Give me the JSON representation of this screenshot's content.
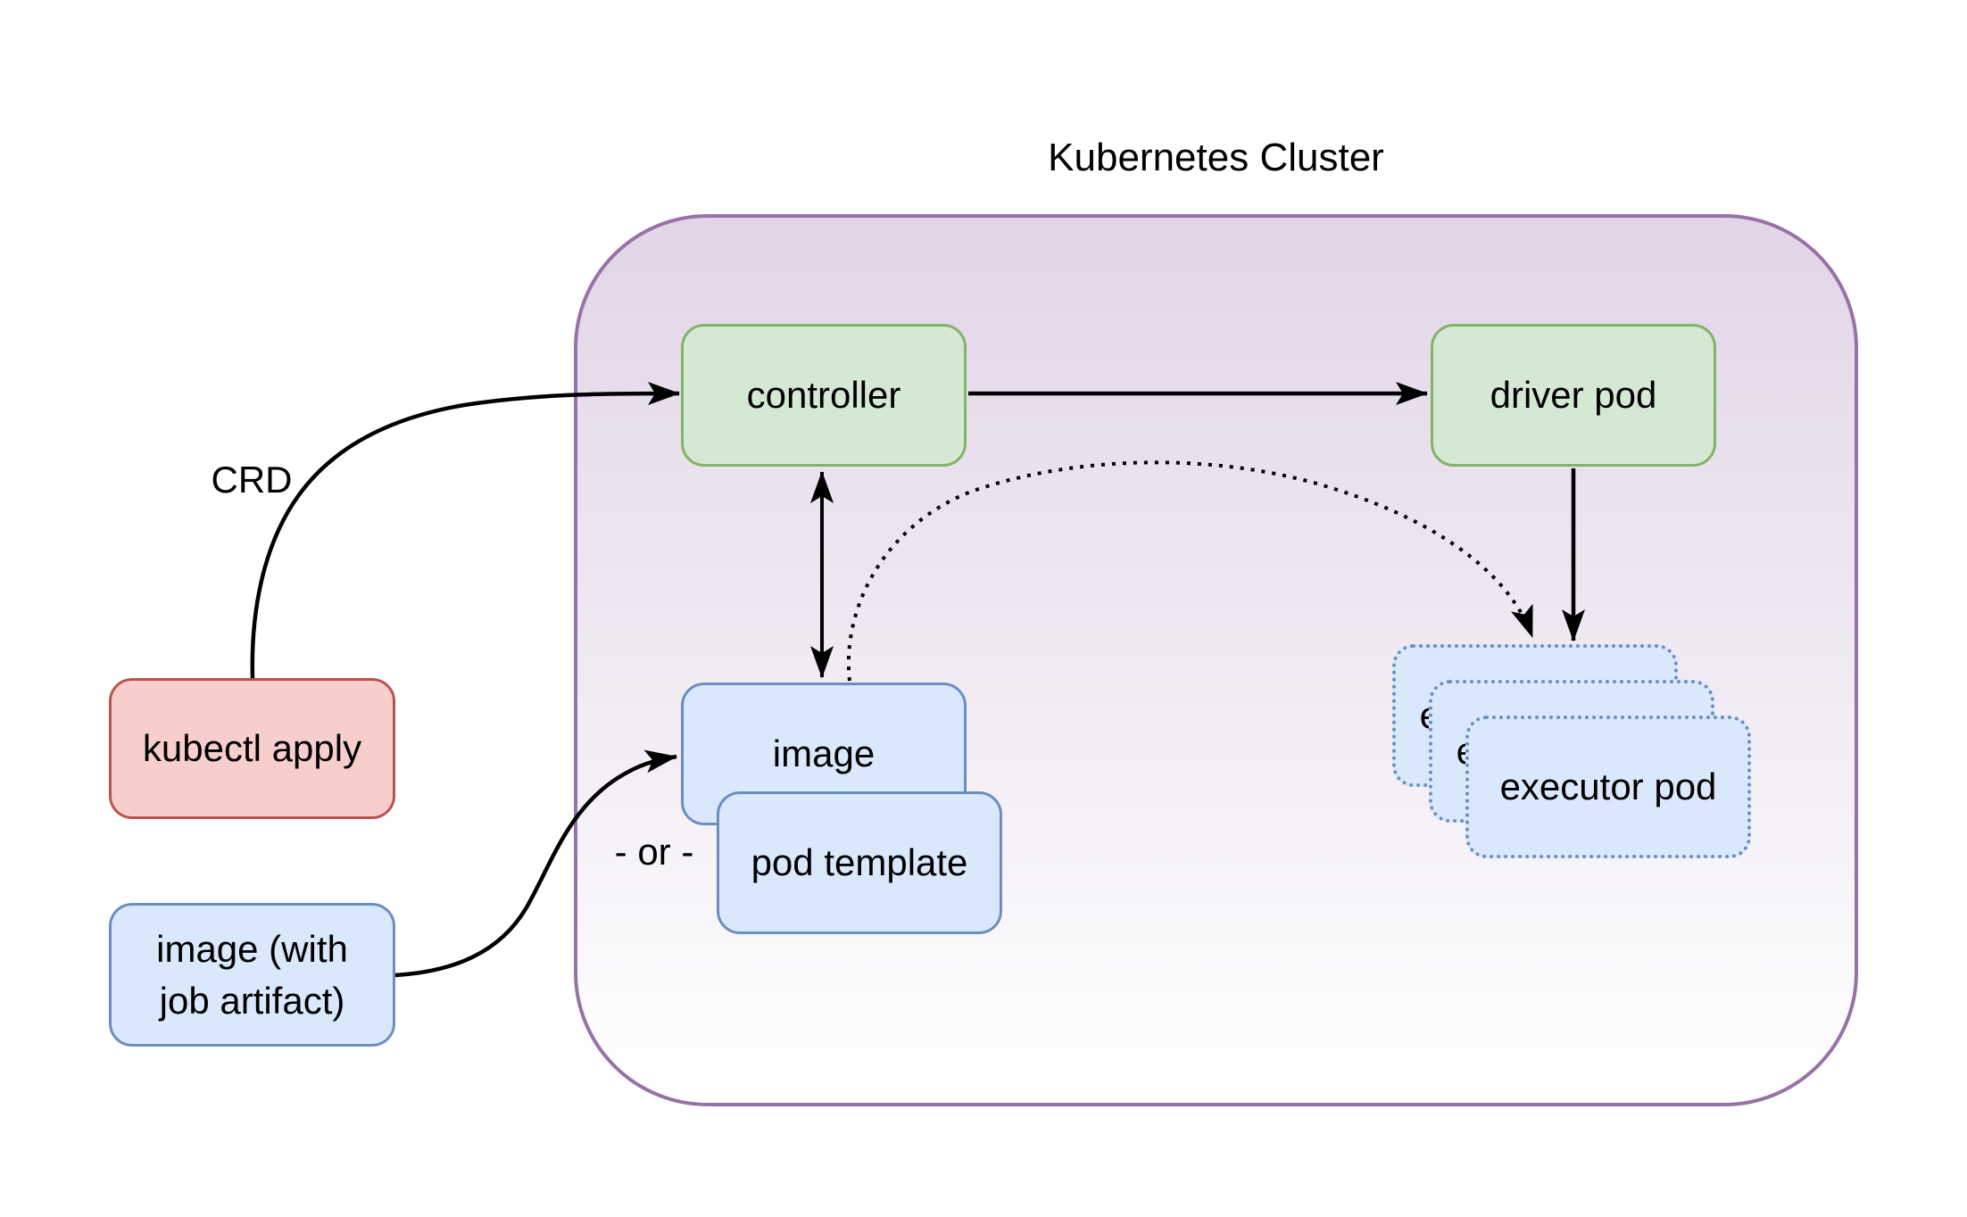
{
  "title": "Kubernetes Cluster",
  "labels": {
    "crd": "CRD",
    "or": "- or -"
  },
  "nodes": {
    "kubectl_apply": "kubectl apply",
    "image_with_artifact_line1": "image (with",
    "image_with_artifact_line2": "job artifact)",
    "controller": "controller",
    "driver_pod": "driver pod",
    "image": "image",
    "pod_template": "pod template"
  },
  "executors": [
    "executor pod",
    "executor pod",
    "executor pod"
  ],
  "edges": [
    {
      "from": "kubectl apply",
      "to": "controller",
      "label": "CRD",
      "style": "solid curved arrow"
    },
    {
      "from": "controller",
      "to": "driver pod",
      "style": "solid straight arrow"
    },
    {
      "from": "controller",
      "to": "image",
      "style": "solid double-headed arrow"
    },
    {
      "from": "image",
      "to": "executor pods",
      "style": "dotted curved arrow"
    },
    {
      "from": "driver pod",
      "to": "executor pods",
      "style": "solid straight arrow"
    },
    {
      "from": "image (with job artifact)",
      "to": "image",
      "label": "- or -",
      "style": "solid curved arrow"
    }
  ],
  "colors": {
    "green-fill": "#d5e8d4",
    "green-stroke": "#82b366",
    "blue-fill": "#dae8fc",
    "blue-stroke": "#6c8ebf",
    "red-fill": "#f8cecc",
    "red-stroke": "#b85450",
    "cluster-stroke": "#9673a6",
    "cluster-fill-top": "#e1d5e7",
    "cluster-fill-bottom": "#ffffff",
    "line": "#000000"
  }
}
